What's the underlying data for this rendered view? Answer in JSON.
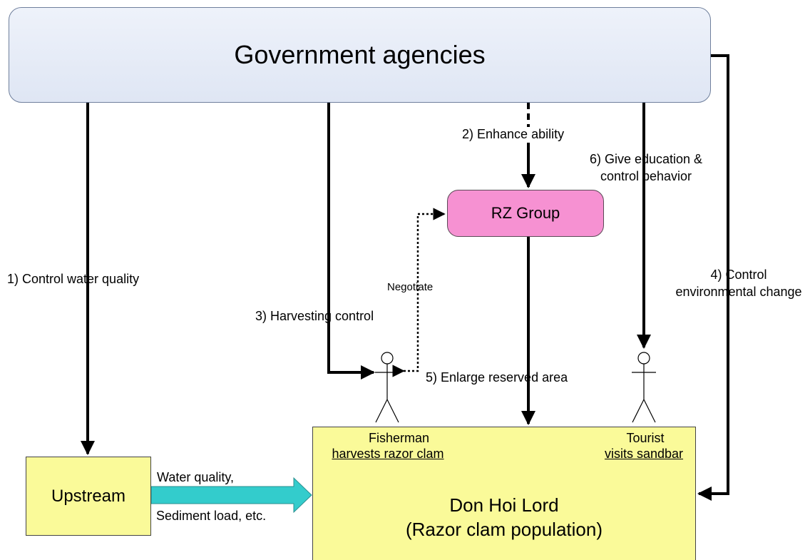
{
  "nodes": {
    "government": "Government agencies",
    "rz_group": "RZ Group",
    "upstream": "Upstream",
    "don_hoi_lord": "Don Hoi Lord",
    "razor_clam": "(Razor clam population)"
  },
  "actors": {
    "fisherman": {
      "name": "Fisherman",
      "role": "harvests razor clam"
    },
    "tourist": {
      "name": "Tourist",
      "role": "visits sandbar"
    }
  },
  "edges": {
    "e1": "1) Control water quality",
    "e2": "2) Enhance ability",
    "e3": "3) Harvesting control",
    "e4_line1": "4) Control",
    "e4_line2": "environmental change",
    "e5": "5) Enlarge reserved area",
    "e6_line1": "6) Give education &",
    "e6_line2": "control behavior",
    "negotiate": "Negotiate",
    "flow_line1": "Water quality,",
    "flow_line2": "Sediment load, etc."
  },
  "colors": {
    "government_fill": "#e5eaf6",
    "rz_fill": "#f691d2",
    "box_fill": "#fafa99",
    "flow_arrow": "#33cccc"
  }
}
